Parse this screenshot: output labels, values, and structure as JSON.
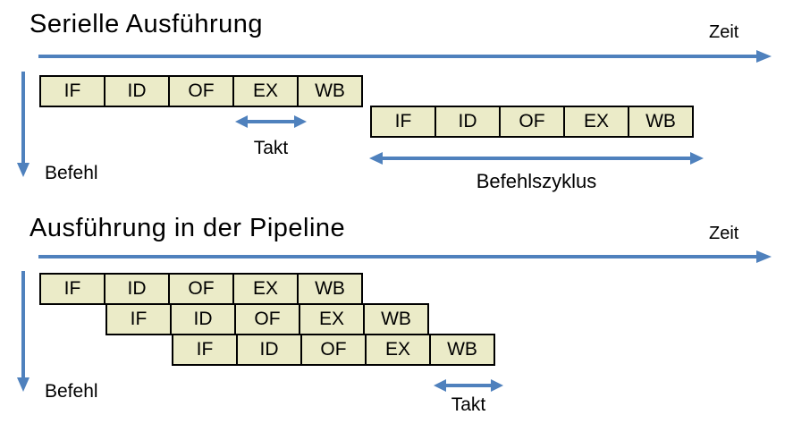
{
  "colors": {
    "accent_blue": "#4F81BD",
    "box_fill": "#EBEBC8",
    "box_border": "#000000"
  },
  "serial": {
    "title": "Serielle Ausführung",
    "zeit_label": "Zeit",
    "befehl_label": "Befehl",
    "takt_label": "Takt",
    "befehlszyklus_label": "Befehlszyklus",
    "rows": [
      {
        "stages": [
          "IF",
          "ID",
          "OF",
          "EX",
          "WB"
        ]
      },
      {
        "stages": [
          "IF",
          "ID",
          "OF",
          "EX",
          "WB"
        ]
      }
    ]
  },
  "pipeline": {
    "title": "Ausführung in der Pipeline",
    "zeit_label": "Zeit",
    "befehl_label": "Befehl",
    "takt_label": "Takt",
    "rows": [
      {
        "stages": [
          "IF",
          "ID",
          "OF",
          "EX",
          "WB"
        ]
      },
      {
        "stages": [
          "IF",
          "ID",
          "OF",
          "EX",
          "WB"
        ]
      },
      {
        "stages": [
          "IF",
          "ID",
          "OF",
          "EX",
          "WB"
        ]
      }
    ]
  }
}
